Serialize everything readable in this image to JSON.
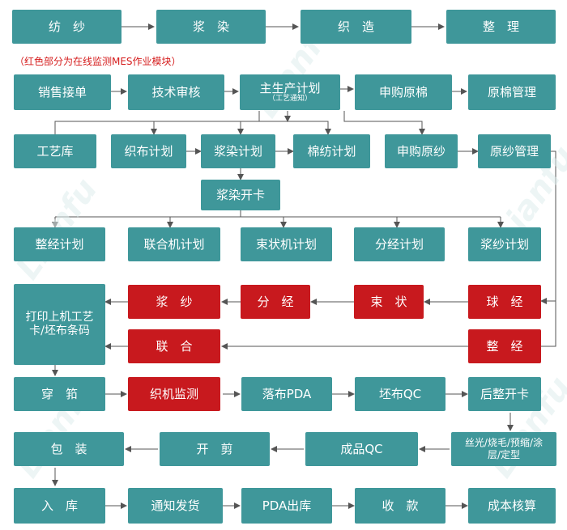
{
  "watermark": "Lianfu",
  "note": "（红色部分为在线监测MES作业模块）",
  "colors": {
    "normal": "#3f979a",
    "mes": "#c8191e",
    "line": "#555555"
  },
  "row_process": [
    "纺　纱",
    "浆　染",
    "织　造",
    "整　理"
  ],
  "row_sales": {
    "sales_order": "销售接单",
    "tech_review": "技术审核",
    "master_plan": "主生产计划",
    "master_plan_sub": "（工艺通知）",
    "buy_cotton": "申购原棉",
    "cotton_mgmt": "原棉管理"
  },
  "row_plans": {
    "craft_lib": "工艺库",
    "weaving_plan": "织布计划",
    "sizing_plan": "浆染计划",
    "spinning_plan": "棉纺计划",
    "buy_yarn": "申购原纱",
    "yarn_mgmt": "原纱管理"
  },
  "sizing_card": "浆染开卡",
  "row_subplans": [
    "整经计划",
    "联合机计划",
    "束状机计划",
    "分经计划",
    "浆纱计划"
  ],
  "row_mes1": {
    "print_card": "打印上机工艺卡/坯布条码",
    "sizing": "浆　纱",
    "dividing": "分　经",
    "bundle": "束　状",
    "ball": "球　经"
  },
  "row_mes2": {
    "combined": "联　合",
    "warping": "整　经"
  },
  "row_weave": {
    "drawing": "穿　筘",
    "monitor": "织机监测",
    "pda_doff": "落布PDA",
    "greige_qc": "坯布QC",
    "finish_card": "后整开卡"
  },
  "row_finish": {
    "packing": "包　装",
    "cutting": "开　剪",
    "product_qc": "成品QC",
    "finish_ops": "丝光/烧毛/预缩/涂层/定型"
  },
  "row_ship": [
    "入　库",
    "通知发货",
    "PDA出库",
    "收　款",
    "成本核算"
  ]
}
